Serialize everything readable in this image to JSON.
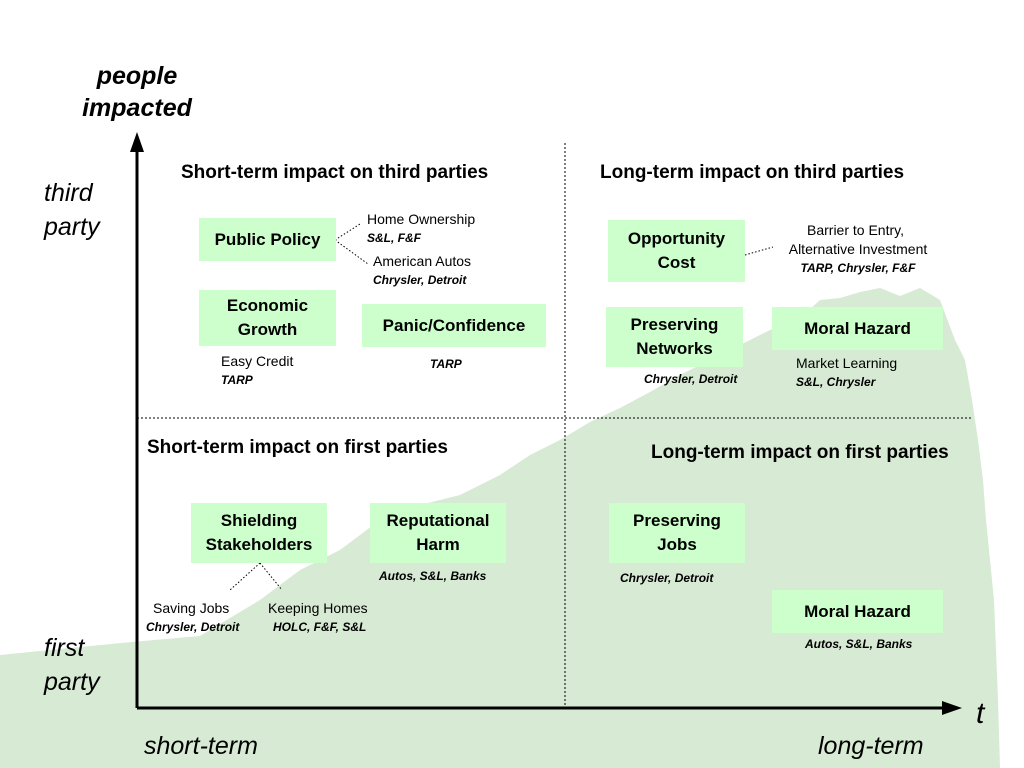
{
  "axes": {
    "y_title": "people impacted",
    "x_title": "t",
    "y_top": "third party",
    "y_bottom": "first party",
    "x_left": "short-term",
    "x_right": "long-term"
  },
  "quadrants": {
    "top_left": "Short-term impact on third parties",
    "top_right": "Long-term impact on third parties",
    "bottom_left": "Short-term impact on first parties",
    "bottom_right": "Long-term impact on first parties"
  },
  "boxes": {
    "public_policy": "Public Policy",
    "economic_growth": "Economic Growth",
    "panic_confidence": "Panic/Confidence",
    "opportunity_cost": "Opportunity Cost",
    "preserving_networks": "Preserving Networks",
    "moral_hazard_top": "Moral Hazard",
    "shielding_stakeholders": "Shielding Stakeholders",
    "reputational_harm": "Reputational Harm",
    "preserving_jobs": "Preserving Jobs",
    "moral_hazard_bottom": "Moral Hazard"
  },
  "notes": {
    "home_ownership": "Home Ownership",
    "home_ownership_sub": "S&L, F&F",
    "american_autos": "American Autos",
    "american_autos_sub": "Chrysler, Detroit",
    "easy_credit": "Easy Credit",
    "easy_credit_sub": "TARP",
    "panic_sub": "TARP",
    "barrier_line1": "Barrier to Entry,",
    "barrier_line2": "Alternative Investment",
    "barrier_sub": "TARP, Chrysler, F&F",
    "networks_sub": "Chrysler, Detroit",
    "market_learning": "Market Learning",
    "market_learning_sub": "S&L, Chrysler",
    "saving_jobs": "Saving Jobs",
    "saving_jobs_sub": "Chrysler, Detroit",
    "keeping_homes": "Keeping Homes",
    "keeping_homes_sub": "HOLC, F&F, S&L",
    "reputational_sub": "Autos, S&L, Banks",
    "preserving_jobs_sub": "Chrysler, Detroit",
    "moral_hazard_bottom_sub": "Autos, S&L, Banks"
  },
  "colors": {
    "box_fill": "#ccffcc",
    "area_fill": "#d7ead4",
    "axis": "#000000"
  }
}
